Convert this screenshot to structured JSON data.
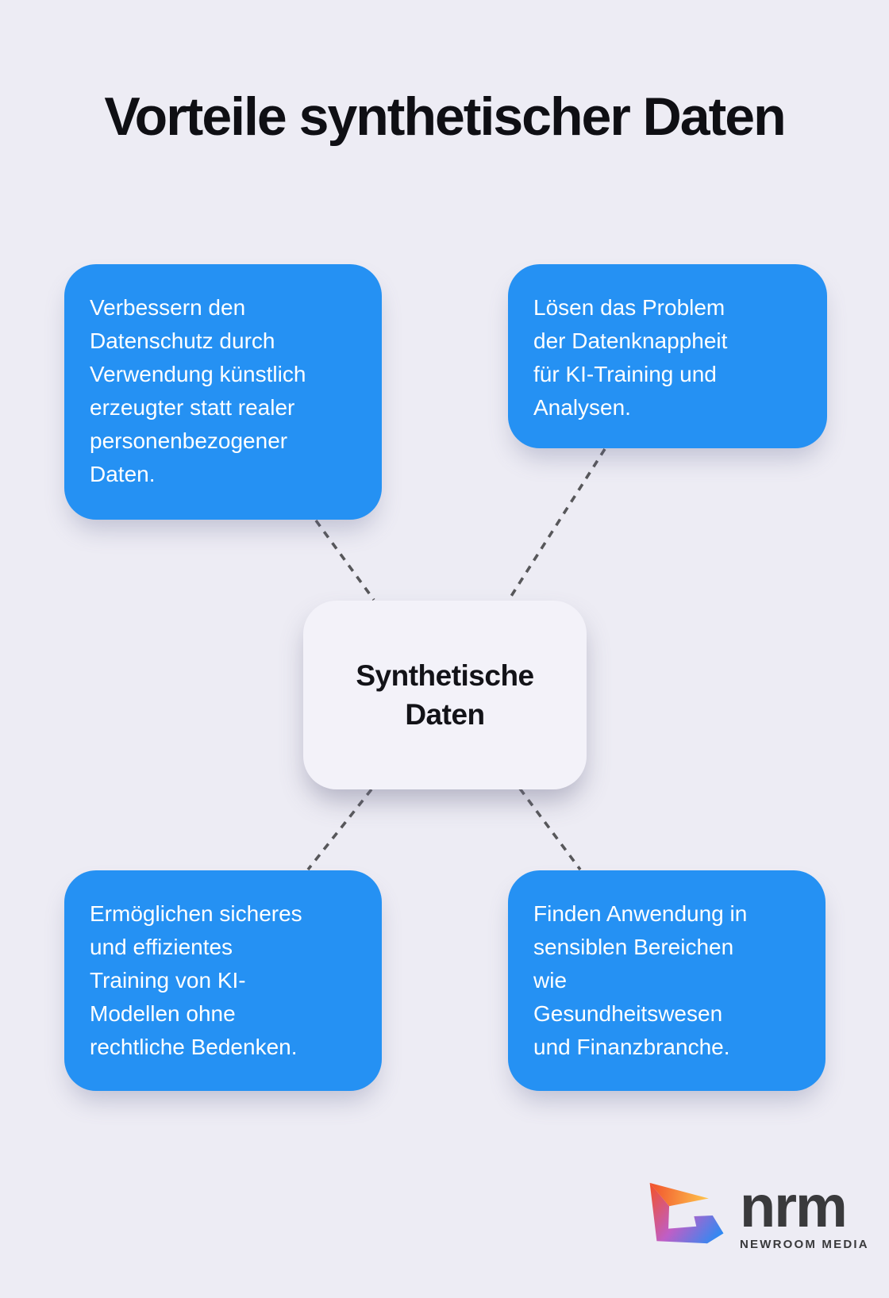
{
  "page": {
    "title": "Vorteile synthetischer Daten",
    "background_color": "#EDECF4"
  },
  "diagram": {
    "center": {
      "label": "Synthetische\nDaten",
      "fill_color": "#F3F2F9"
    },
    "node_color": "#2591F3",
    "connector_color": "#57575A",
    "nodes": [
      {
        "position": "top-left",
        "text": "Verbessern den\nDatenschutz durch\nVerwendung künstlich\nerzeugter statt realer\npersonenbezogener\nDaten."
      },
      {
        "position": "top-right",
        "text": "Lösen das Problem\nder Datenknappheit\nfür KI-Training und\nAnalysen."
      },
      {
        "position": "bottom-left",
        "text": "Ermöglichen sicheres\nund effizientes\nTraining von KI-\nModellen ohne\nrechtliche Bedenken."
      },
      {
        "position": "bottom-right",
        "text": "Finden Anwendung in\nsensiblen Bereichen\nwie\nGesundheitswesen\nund Finanzbranche."
      }
    ]
  },
  "footer": {
    "brand": "nrm",
    "subtitle": "NEWROOM MEDIA",
    "logo_gradient": [
      "#F1522D",
      "#FFC94D",
      "#BF5EC6",
      "#1E8FF8"
    ]
  }
}
